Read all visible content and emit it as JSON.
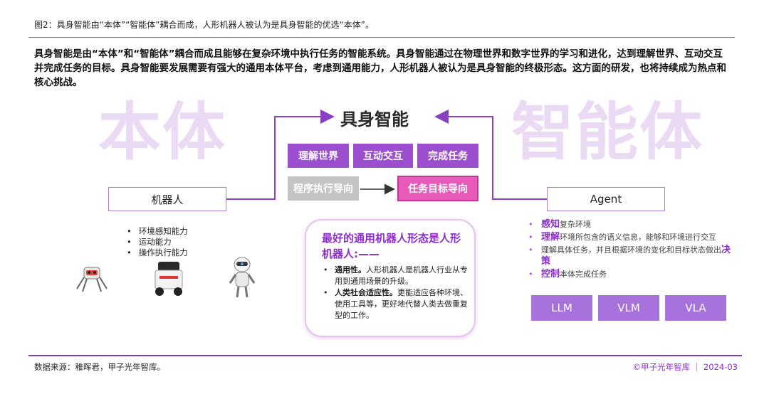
{
  "figure_title": "图2：具身智能由“本体”“智能体”耦合而成，人形机器人被认为是具身智能的优选“本体”。",
  "intro_text": "具身智能是由“本体”和“智能体”耦合而成且能够在复杂环境中执行任务的智能系统。具身智能通过在物理世界和数字世界的学习和进化，达到理解世界、互动交互并完成任务的目标。具身智能要发展需要有强大的通用本体平台，考虑到通用能力，人形机器人被认为是具身智能的终极形态。这方面的研发，也将持续成为热点和核心挑战。",
  "watermarks": {
    "left": "本体",
    "right": "智能体"
  },
  "center": {
    "title": "具身智能",
    "goals": [
      "理解世界",
      "互动交互",
      "完成任务"
    ],
    "from": "程序执行导向",
    "to": "任务目标导向"
  },
  "left": {
    "box_label": "机器人",
    "abilities": [
      "环境感知能力",
      "运动能力",
      "操作执行能力"
    ]
  },
  "bubble": {
    "title": "最好的通用机器人形态是人形机器人:——",
    "items": [
      {
        "bold": "通用性。",
        "text": "人形机器人是机器人行业从专用到通用场景的升级。"
      },
      {
        "bold": "人类社会适应性。",
        "text": "更能适应各种环境、使用工具等，更好地代替人类去做重复型的工作。"
      }
    ]
  },
  "right": {
    "box_label": "Agent",
    "items": [
      {
        "pre": "",
        "bold": "感知",
        "post": "复杂环境"
      },
      {
        "pre": "",
        "bold": "理解",
        "post": "环境所包含的语义信息，能够和环境进行交互"
      },
      {
        "pre": "理解具体任务，并且根据环境的变化和目标状态做出",
        "bold": "决策",
        "post": ""
      },
      {
        "pre": "",
        "bold": "控制",
        "post": "本体完成任务"
      }
    ],
    "models": [
      "LLM",
      "VLM",
      "VLA"
    ]
  },
  "source": "数据来源：稚晖君，甲子光年智库。",
  "footer": "©甲子光年智库 ｜ 2024-03",
  "colors": {
    "accent": "#9b4fcf",
    "pink": "#e85ab8",
    "gray": "#c4c4c4",
    "model": "#a772db",
    "watermark": "#ebdaf4"
  },
  "icons": [
    "spider-robot-icon",
    "delivery-robot-icon",
    "humanoid-robot-icon"
  ]
}
